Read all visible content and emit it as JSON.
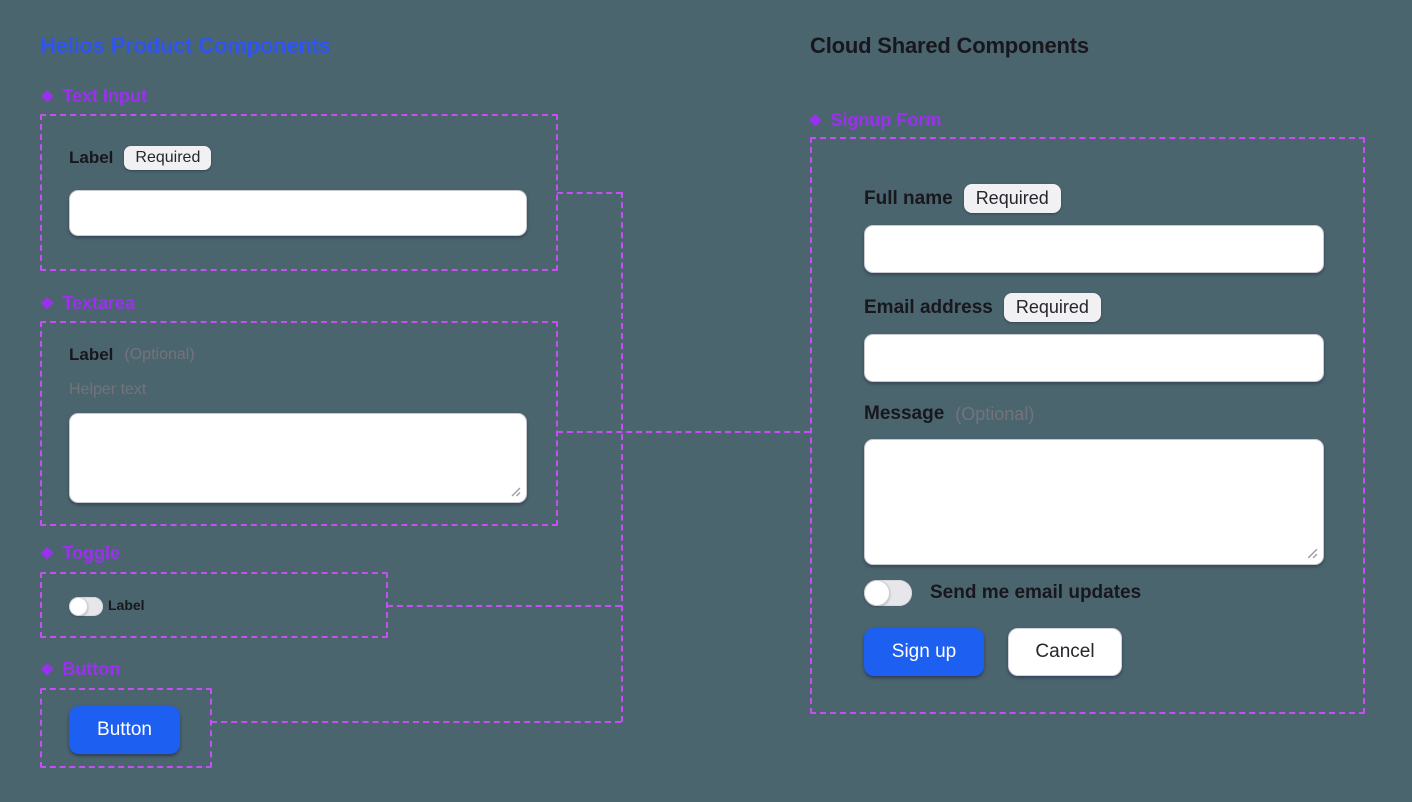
{
  "glyphs": {
    "component_icon": "❖"
  },
  "colors": {
    "background": "#4b656f",
    "title_blue": "#2e55f2",
    "component_purple": "#9d2ff2",
    "connector_violet": "#c44ff2",
    "button_blue": "#1d5ff0",
    "text_dark": "#17171d",
    "muted_gray": "#73737c"
  },
  "left_panel": {
    "title": "Helios Product Components",
    "text_input": {
      "header": "Text Input",
      "label": "Label",
      "badge": "Required",
      "value": "",
      "placeholder": ""
    },
    "textarea": {
      "header": "Textarea",
      "label": "Label",
      "optional_tag": "(Optional)",
      "helper_text": "Helper text",
      "value": ""
    },
    "toggle": {
      "header": "Toggle",
      "label": "Label",
      "state": "off"
    },
    "button": {
      "header": "Button",
      "label": "Button"
    }
  },
  "right_panel": {
    "title": "Cloud Shared Components",
    "signup_form": {
      "header": "Signup Form",
      "full_name": {
        "label": "Full name",
        "badge": "Required",
        "value": "",
        "placeholder": ""
      },
      "email": {
        "label": "Email address",
        "badge": "Required",
        "value": "",
        "placeholder": ""
      },
      "message": {
        "label": "Message",
        "optional_tag": "(Optional)",
        "value": ""
      },
      "updates_toggle": {
        "label": "Send me email updates",
        "state": "off"
      },
      "submit_button": "Sign up",
      "cancel_button": "Cancel"
    }
  }
}
